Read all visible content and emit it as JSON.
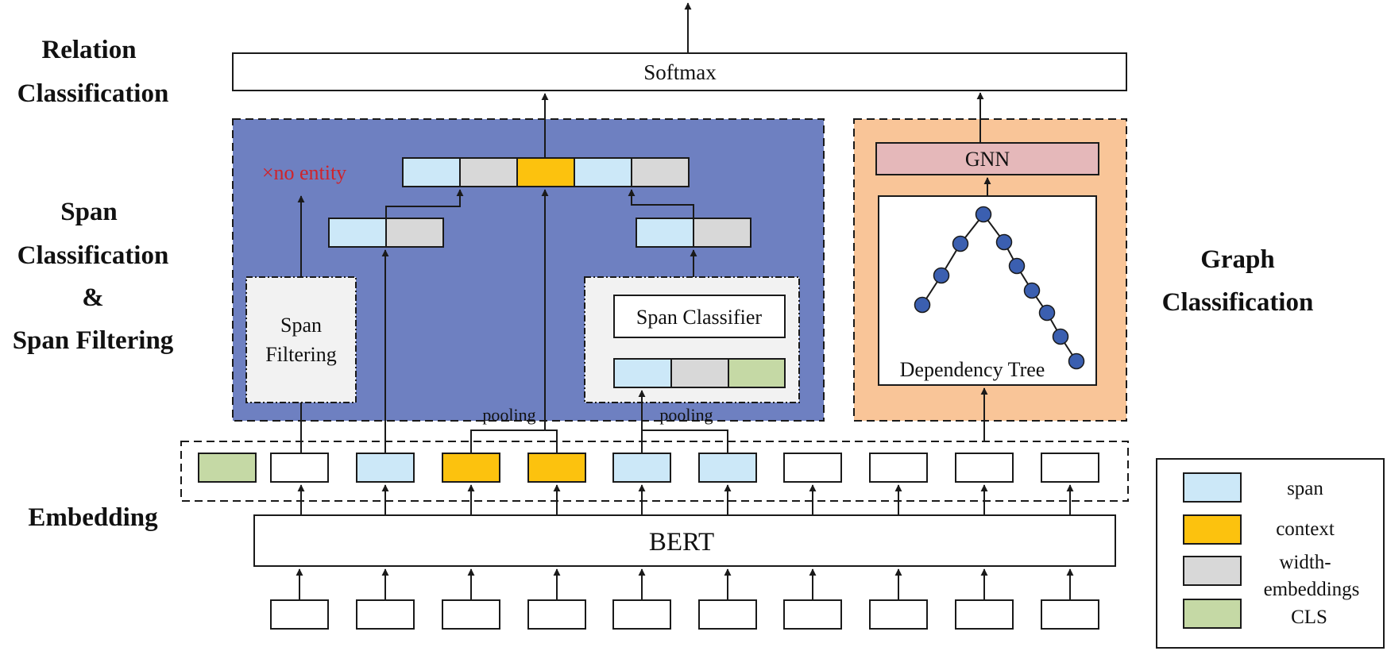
{
  "section_labels": {
    "relation": [
      "Relation",
      "Classification"
    ],
    "span": [
      "Span",
      "Classification",
      "&",
      "Span Filtering"
    ],
    "graph": [
      "Graph",
      "Classification"
    ],
    "embedding": "Embedding"
  },
  "blocks": {
    "softmax": "Softmax",
    "no_entity": "×no entity",
    "span_filtering": [
      "Span",
      "Filtering"
    ],
    "span_classifier": "Span Classifier",
    "gnn": "GNN",
    "dependency_tree": "Dependency Tree",
    "bert": "BERT",
    "pooling": "pooling"
  },
  "legend": [
    {
      "key": "span",
      "label": [
        "span"
      ]
    },
    {
      "key": "context",
      "label": [
        "context"
      ]
    },
    {
      "key": "width",
      "label": [
        "width-",
        "embeddings"
      ]
    },
    {
      "key": "cls",
      "label": [
        "CLS"
      ]
    }
  ],
  "colors": {
    "span": "#cce8f8",
    "context": "#fcc20e",
    "width": "#d8d8d8",
    "cls": "#c5d9a5",
    "span_panel": "#6e80c1",
    "graph_panel": "#f9c598",
    "gnn": "#e5b8ba",
    "node": "#3b5fb0",
    "no_entity": "#d0232a"
  }
}
